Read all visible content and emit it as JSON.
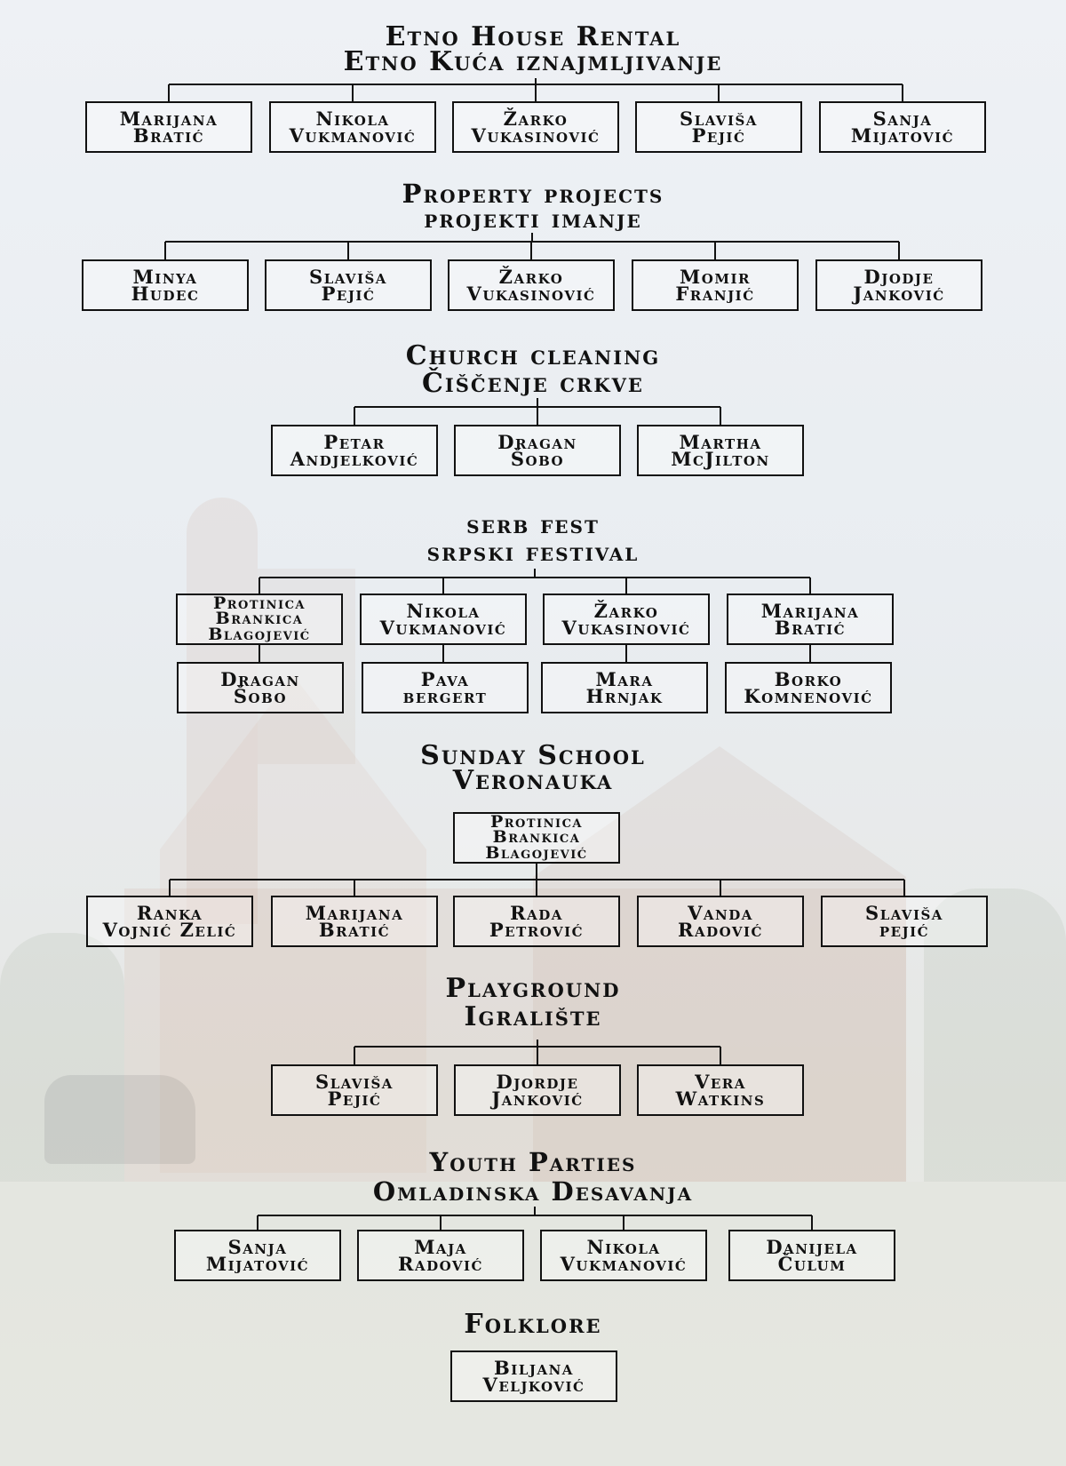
{
  "sections": [
    {
      "title": [
        "Etno House Rental",
        "Etno Kuća iznajmljivanje"
      ],
      "members": [
        [
          "Marijana",
          "Bratić"
        ],
        [
          "Nikola",
          "Vukmanović"
        ],
        [
          "Žarko",
          "Vukasinović"
        ],
        [
          "Slaviša",
          "Pejić"
        ],
        [
          "Sanja",
          "Mijatović"
        ]
      ]
    },
    {
      "title": [
        "Property projects",
        "projekti imanje"
      ],
      "members": [
        [
          "Minya",
          "Hudec"
        ],
        [
          "Slaviša",
          "Pejić"
        ],
        [
          "Žarko",
          "Vukasinović"
        ],
        [
          "Momir",
          "Franjić"
        ],
        [
          "Djodje",
          "Janković"
        ]
      ]
    },
    {
      "title": [
        "Church cleaning",
        "Čiščenje crkve"
      ],
      "members": [
        [
          "Petar",
          "Andjelković"
        ],
        [
          "Dragan",
          "Šobo"
        ],
        [
          "Martha",
          "McJilton"
        ]
      ]
    },
    {
      "title": [
        "serb fest",
        "srpski festival"
      ],
      "members": [
        [
          "Protinica",
          "Brankica",
          "Blagojević"
        ],
        [
          "Nikola",
          "Vukmanović"
        ],
        [
          "Žarko",
          "Vukasinović"
        ],
        [
          "Marijana",
          "Bratić"
        ]
      ],
      "second_row": [
        [
          "Dragan",
          "Šobo"
        ],
        [
          "Pava",
          "bergert"
        ],
        [
          "Mara",
          "Hrnjak"
        ],
        [
          "Borko",
          "Komnenović"
        ]
      ]
    },
    {
      "title": [
        "Sunday School",
        "Veronauka"
      ],
      "lead": [
        "Protinica",
        "Brankica",
        "Blagojević"
      ],
      "members": [
        [
          "Ranka",
          "Vojnić Zelić"
        ],
        [
          "Marijana",
          "Bratić"
        ],
        [
          "Rada",
          "Petrović"
        ],
        [
          "Vanda",
          "Radović"
        ],
        [
          "Slaviša",
          "pejić"
        ]
      ]
    },
    {
      "title": [
        "Playground",
        "Igralište"
      ],
      "members": [
        [
          "Slaviša",
          "Pejić"
        ],
        [
          "Djordje",
          "Janković"
        ],
        [
          "Vera",
          "Watkins"
        ]
      ]
    },
    {
      "title": [
        "Youth Parties",
        "Omladinska Desavanja"
      ],
      "members": [
        [
          "Sanja",
          "Mijatović"
        ],
        [
          "Maja",
          "Radović"
        ],
        [
          "Nikola",
          "Vukmanović"
        ],
        [
          "Danijela",
          "Čulum"
        ]
      ]
    },
    {
      "title": [
        "Folklore"
      ],
      "members": [
        [
          "Biljana",
          "Veljković"
        ]
      ]
    }
  ]
}
